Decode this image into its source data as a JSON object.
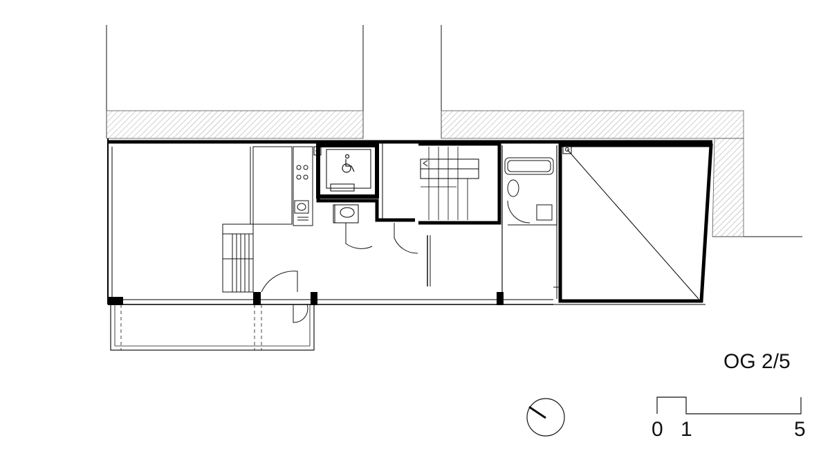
{
  "floor_label": "OG 2/5",
  "scale_bar": {
    "labels": [
      "0",
      "1",
      "5"
    ]
  },
  "icons": {
    "accessibility": "wheelchair-icon",
    "north": "north-arrow-icon"
  },
  "colors": {
    "wall": "#000000",
    "line": "#111111",
    "hatch": "#8a8a8a",
    "background": "#ffffff"
  }
}
